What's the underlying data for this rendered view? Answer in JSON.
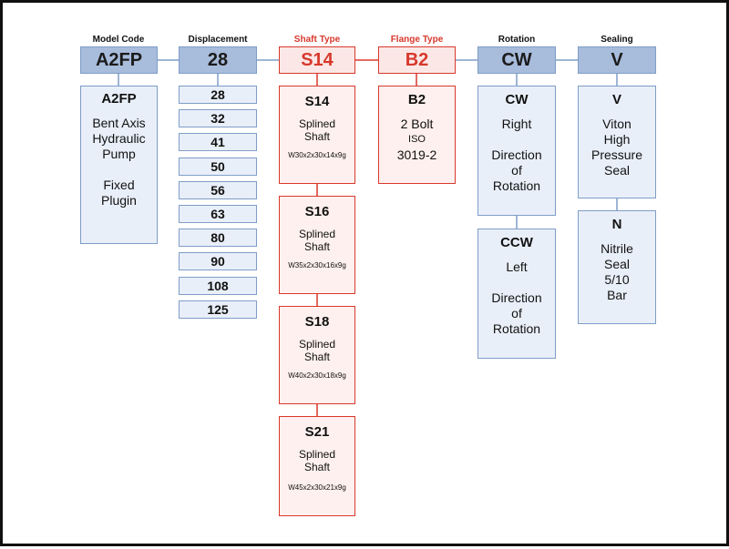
{
  "headers": {
    "model_code": "Model Code",
    "displacement": "Displacement",
    "shaft_type": "Shaft Type",
    "flange_type": "Flange Type",
    "rotation": "Rotation",
    "sealing": "Sealing"
  },
  "codes": {
    "model_code": "A2FP",
    "displacement": "28",
    "shaft_type": "S14",
    "flange_type": "B2",
    "rotation": "CW",
    "sealing": "V"
  },
  "model": {
    "title": "A2FP",
    "lines": [
      "Bent Axis",
      "Hydraulic",
      "Pump",
      "",
      "Fixed",
      "Plugin"
    ]
  },
  "displacements": [
    "28",
    "32",
    "41",
    "50",
    "56",
    "63",
    "80",
    "90",
    "108",
    "125"
  ],
  "shafts": [
    {
      "title": "S14",
      "line1": "Splined",
      "line2": "Shaft",
      "spec": "W30x2x30x14x9g"
    },
    {
      "title": "S16",
      "line1": "Splined",
      "line2": "Shaft",
      "spec": "W35x2x30x16x9g"
    },
    {
      "title": "S18",
      "line1": "Splined",
      "line2": "Shaft",
      "spec": "W40x2x30x18x9g"
    },
    {
      "title": "S21",
      "line1": "Splined",
      "line2": "Shaft",
      "spec": "W45x2x30x21x9g"
    }
  ],
  "flange": {
    "title": "B2",
    "line1": "2 Bolt",
    "line2": "ISO",
    "line3": "3019-2"
  },
  "rotations": [
    {
      "title": "CW",
      "lines": [
        "Right",
        "",
        "Direction",
        "of",
        "Rotation"
      ]
    },
    {
      "title": "CCW",
      "lines": [
        "Left",
        "",
        "Direction",
        "of",
        "Rotation"
      ]
    }
  ],
  "seals": [
    {
      "title": "V",
      "lines": [
        "Viton",
        "High",
        "Pressure",
        "Seal"
      ]
    },
    {
      "title": "N",
      "lines": [
        "Nitrile",
        "Seal",
        "5/10",
        "Bar"
      ]
    }
  ],
  "colors": {
    "blue_border": "#7f9dc8",
    "blue_fill": "#e9eff9",
    "blue_code": "#a8bcdc",
    "red": "#d8382c",
    "red_fill": "#fdf0ee"
  }
}
